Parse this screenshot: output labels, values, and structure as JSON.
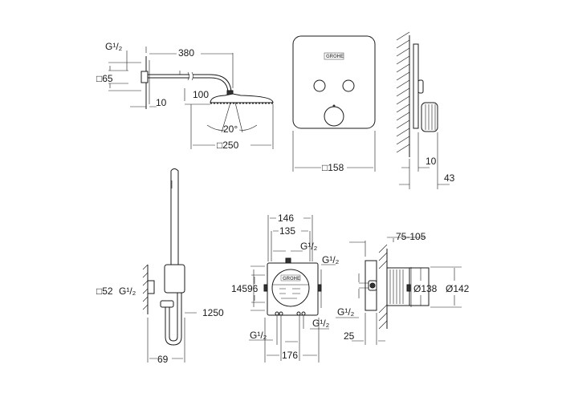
{
  "brand_logo": "GROHE",
  "head_shower": {
    "thread": "G¹/₂",
    "arm_length": "380",
    "flange": "□65",
    "drop": "100",
    "wall_offset": "10",
    "spray_angle": "20°",
    "head_size": "□250"
  },
  "control_plate": {
    "width": "□158",
    "plate_depth": "10",
    "total_depth": "43"
  },
  "hand_shower": {
    "holder": "□52",
    "thread": "G¹/₂",
    "hose_length": "1250",
    "projection": "69"
  },
  "rough_in_box": {
    "outer_width": "146",
    "inner_width": "135",
    "top_thread": "G¹/₂",
    "side_thread": "G¹/₂",
    "height_outer": "145",
    "height_inner": "96",
    "bottom_thread_left": "G¹/₂",
    "bottom_thread_right": "G¹/₂",
    "bottom_width": "176"
  },
  "rough_in_side": {
    "depth_range": "75-105",
    "diameter_inner": "Ø138",
    "diameter_outer": "Ø142",
    "thread": "G¹/₂",
    "front_offset": "25"
  }
}
